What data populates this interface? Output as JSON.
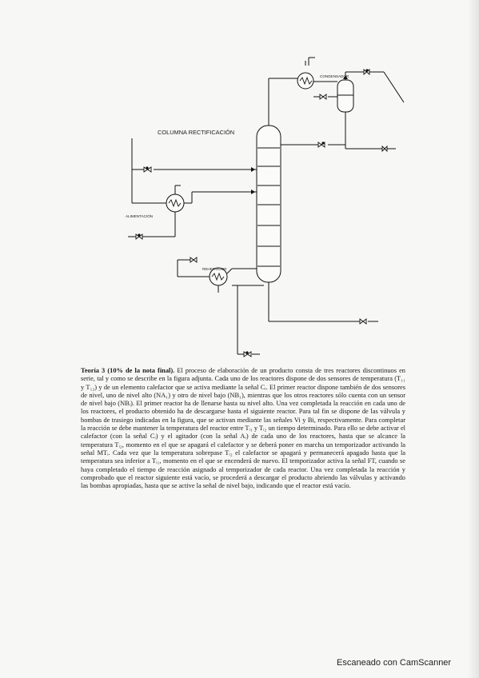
{
  "diagram": {
    "column_label": "COLUMNA RECTIFICACIÓN",
    "condenser_label": "CONDENSADOR",
    "feed_label": "ALIMENTACIÓN",
    "reboiler_label": "REHERVIDOR"
  },
  "problem": {
    "title": "Teoría 3 (10% de la nota final).",
    "body": "El proceso de elaboración de un producto consta de tres reactores discontinuos en serie, tal y como se describe en la figura adjunta. Cada uno de los reactores dispone de dos sensores de temperatura (T₁₁ y T₁₂) y de un elemento calefactor que se activa mediante la señal Cᵢ. El primer reactor dispone también de dos sensores de nivel, uno de nivel alto (NA₁) y otro de nivel bajo (NB₁), mientras que los otros reactores sólo cuenta con un sensor de nivel bajo (NBᵢ). El primer reactor ha de llenarse hasta su nivel alto. Una vez completada la reacción en cada uno de los reactores, el producto obtenido ha de descargarse hasta el siguiente reactor. Para tal fin se dispone de las válvula y bombas de trasiego indicadas en la figura, que se activan mediante las señales Vi y Bi, respectivamente. Para completar la reacción se debe mantener la temperatura del reactor entre Tᵢ₁ y Tᵢ₂ un tiempo determinado. Para ello se debe activar el calefactor (con la señal Cᵢ) y el agitador (con la señal Aᵢ) de cada uno de los reactores, hasta que se alcance la temperatura Tᵢ₂, momento en el que se apagará el calefactor y se deberá poner en marcha un temporizador activando la señal MTᵢ. Cada vez que la temperatura sobrepase Tᵢ₂ el calefactor se apagará y permanecerá apagado hasta que la temperatura sea inferior a Tᵢ₁, momento en el que se encenderá de nuevo. El temporizador activa la señal FT, cuando se haya completado el tiempo de reacción asignado al temporizador de cada reactor. Una vez completada la reacción y comprobado que el reactor siguiente está vacío, se procederá a descargar el producto abriendo las válvulas y activando las bombas apropiadas, hasta que se active la señal de nivel bajo, indicando que el reactor está vacío."
  },
  "footer": {
    "scanner_text": "Escaneado con CamScanner"
  }
}
